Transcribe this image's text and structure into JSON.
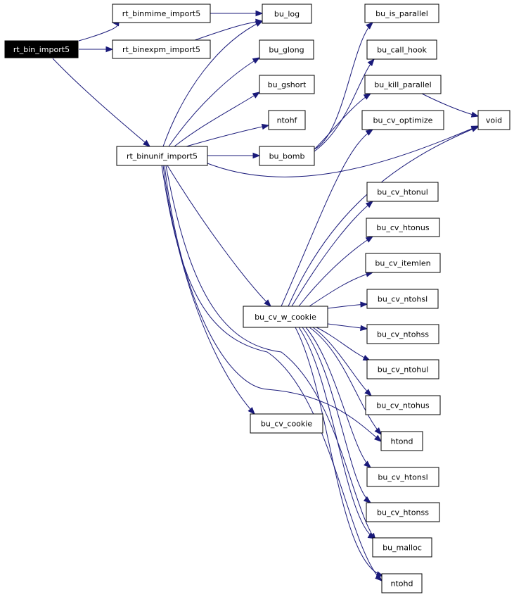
{
  "diagram": {
    "type": "call-graph",
    "accent_color": "#1a1a7a",
    "root_color": "#000000",
    "nodes": [
      {
        "id": "rt_bin_import5",
        "label": "rt_bin_import5",
        "root": true
      },
      {
        "id": "rt_binmime_import5",
        "label": "rt_binmime_import5"
      },
      {
        "id": "rt_binexpm_import5",
        "label": "rt_binexpm_import5"
      },
      {
        "id": "rt_binunif_import5",
        "label": "rt_binunif_import5"
      },
      {
        "id": "bu_log",
        "label": "bu_log"
      },
      {
        "id": "bu_glong",
        "label": "bu_glong"
      },
      {
        "id": "bu_gshort",
        "label": "bu_gshort"
      },
      {
        "id": "ntohf",
        "label": "ntohf"
      },
      {
        "id": "bu_bomb",
        "label": "bu_bomb"
      },
      {
        "id": "bu_is_parallel",
        "label": "bu_is_parallel"
      },
      {
        "id": "bu_call_hook",
        "label": "bu_call_hook"
      },
      {
        "id": "bu_kill_parallel",
        "label": "bu_kill_parallel"
      },
      {
        "id": "bu_cv_optimize",
        "label": "bu_cv_optimize"
      },
      {
        "id": "void",
        "label": "void"
      },
      {
        "id": "bu_cv_htonul",
        "label": "bu_cv_htonul"
      },
      {
        "id": "bu_cv_htonus",
        "label": "bu_cv_htonus"
      },
      {
        "id": "bu_cv_itemlen",
        "label": "bu_cv_itemlen"
      },
      {
        "id": "bu_cv_w_cookie",
        "label": "bu_cv_w_cookie"
      },
      {
        "id": "bu_cv_ntohsl",
        "label": "bu_cv_ntohsl"
      },
      {
        "id": "bu_cv_ntohss",
        "label": "bu_cv_ntohss"
      },
      {
        "id": "bu_cv_ntohul",
        "label": "bu_cv_ntohul"
      },
      {
        "id": "bu_cv_ntohus",
        "label": "bu_cv_ntohus"
      },
      {
        "id": "bu_cv_cookie",
        "label": "bu_cv_cookie"
      },
      {
        "id": "htond",
        "label": "htond"
      },
      {
        "id": "bu_cv_htonsl",
        "label": "bu_cv_htonsl"
      },
      {
        "id": "bu_cv_htonss",
        "label": "bu_cv_htonss"
      },
      {
        "id": "bu_malloc",
        "label": "bu_malloc"
      },
      {
        "id": "ntohd",
        "label": "ntohd"
      }
    ],
    "edges": [
      [
        "rt_bin_import5",
        "rt_binmime_import5"
      ],
      [
        "rt_bin_import5",
        "rt_binexpm_import5"
      ],
      [
        "rt_bin_import5",
        "rt_binunif_import5"
      ],
      [
        "rt_binmime_import5",
        "bu_log"
      ],
      [
        "rt_binexpm_import5",
        "bu_log"
      ],
      [
        "rt_binunif_import5",
        "bu_log"
      ],
      [
        "rt_binunif_import5",
        "bu_glong"
      ],
      [
        "rt_binunif_import5",
        "bu_gshort"
      ],
      [
        "rt_binunif_import5",
        "ntohf"
      ],
      [
        "rt_binunif_import5",
        "bu_bomb"
      ],
      [
        "rt_binunif_import5",
        "void"
      ],
      [
        "rt_binunif_import5",
        "bu_cv_w_cookie"
      ],
      [
        "rt_binunif_import5",
        "bu_cv_cookie"
      ],
      [
        "rt_binunif_import5",
        "htond"
      ],
      [
        "rt_binunif_import5",
        "bu_malloc"
      ],
      [
        "rt_binunif_import5",
        "ntohd"
      ],
      [
        "bu_bomb",
        "bu_is_parallel"
      ],
      [
        "bu_bomb",
        "bu_call_hook"
      ],
      [
        "bu_bomb",
        "bu_kill_parallel"
      ],
      [
        "bu_kill_parallel",
        "void"
      ],
      [
        "bu_cv_w_cookie",
        "bu_cv_optimize"
      ],
      [
        "bu_cv_w_cookie",
        "void"
      ],
      [
        "bu_cv_w_cookie",
        "bu_cv_htonul"
      ],
      [
        "bu_cv_w_cookie",
        "bu_cv_htonus"
      ],
      [
        "bu_cv_w_cookie",
        "bu_cv_itemlen"
      ],
      [
        "bu_cv_w_cookie",
        "bu_cv_ntohsl"
      ],
      [
        "bu_cv_w_cookie",
        "bu_cv_ntohss"
      ],
      [
        "bu_cv_w_cookie",
        "bu_cv_ntohul"
      ],
      [
        "bu_cv_w_cookie",
        "bu_cv_ntohus"
      ],
      [
        "bu_cv_w_cookie",
        "htond"
      ],
      [
        "bu_cv_w_cookie",
        "bu_cv_htonsl"
      ],
      [
        "bu_cv_w_cookie",
        "bu_cv_htonss"
      ],
      [
        "bu_cv_w_cookie",
        "bu_malloc"
      ],
      [
        "bu_cv_w_cookie",
        "ntohd"
      ]
    ]
  }
}
